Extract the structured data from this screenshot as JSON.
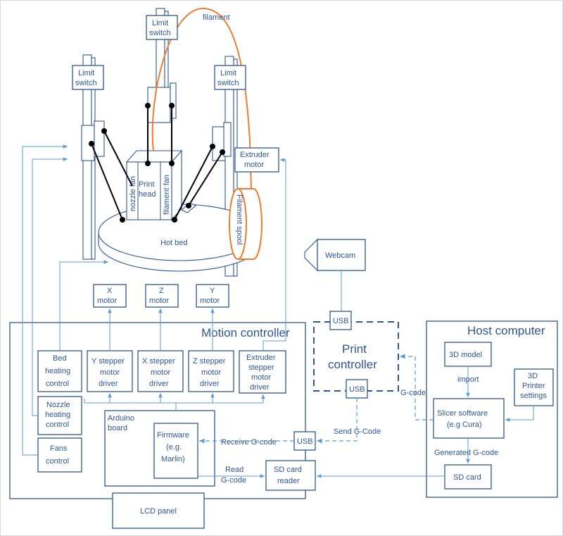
{
  "printer": {
    "limit_switch_left": [
      "Limit",
      "switch"
    ],
    "limit_switch_center": [
      "Limit",
      "switch"
    ],
    "limit_switch_right": [
      "Limit",
      "switch"
    ],
    "filament": "filament",
    "print_head": [
      "Print",
      "head"
    ],
    "nozzle_fan": "nozzle fan",
    "filament_fan": "filament fan",
    "hot_bed": "Hot bed",
    "extruder_motor": [
      "Extruder",
      "motor"
    ],
    "filament_spool": "Filament spool",
    "x_motor": [
      "X",
      "motor"
    ],
    "z_motor": [
      "Z",
      "motor"
    ],
    "y_motor": [
      "Y",
      "motor"
    ]
  },
  "motion_controller": {
    "title": "Motion controller",
    "bed_heating": [
      "Bed",
      "heating",
      "control"
    ],
    "nozzle_heating": [
      "Nozzle",
      "heating",
      "control"
    ],
    "fans": [
      "Fans",
      "control"
    ],
    "y_driver": [
      "Y stepper",
      "motor",
      "driver"
    ],
    "x_driver": [
      "X stepper",
      "motor",
      "driver"
    ],
    "z_driver": [
      "Z stepper",
      "motor",
      "driver"
    ],
    "extruder_driver": [
      "Extruder",
      "stepper",
      "motor",
      "driver"
    ],
    "arduino": [
      "Arduino",
      "board"
    ],
    "firmware": [
      "Firmware",
      "(e.g.",
      "Marlin)"
    ],
    "usb": "USB",
    "sd_reader": [
      "SD card",
      "reader"
    ],
    "lcd": "LCD panel",
    "receive_gcode": "Receive G-code",
    "read_gcode": [
      "Read",
      "G-code"
    ]
  },
  "print_controller": {
    "title": [
      "Print",
      "controller"
    ],
    "webcam": "Webcam",
    "usb_top": "USB",
    "usb_bottom": "USB",
    "send_gcode": "Send G-Code",
    "gcode": "G-code"
  },
  "host_computer": {
    "title": "Host computer",
    "model_3d": "3D model",
    "import": "import",
    "printer_settings": [
      "3D",
      "Printer",
      "settings"
    ],
    "slicer": [
      "Slicer software",
      "(e.g Cura)"
    ],
    "generated_gcode": "Generated G-code",
    "sd_card": "SD card"
  }
}
